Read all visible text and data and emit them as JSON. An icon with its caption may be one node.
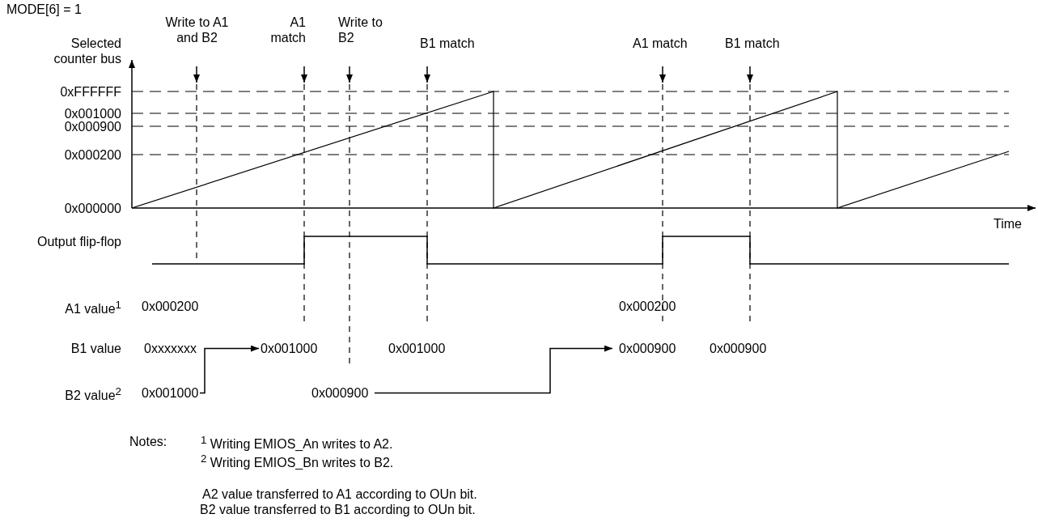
{
  "diagram": {
    "nodes": [
      {
        "text": [
          "0x001000"
        ]
      },
      {
        "text": [
          "0x001000"
        ]
      },
      {
        "text": [
          "0x000900"
        ]
      },
      {
        "text": [
          "0x000900"
        ]
      }
    ],
    "edges": [
      {
        "from": 0,
        "to": 1,
        "arrow": "to"
      },
      {
        "from": 2,
        "to": 3,
        "arrow": "to"
      }
    ],
    "labels": [
      "MODE[6] = 1",
      "Write to A1 and B2",
      "A1 match",
      "Write to B2",
      "B1 match",
      "A1 match",
      "B1 match",
      "Selected counter bus",
      "0xFFFFFF",
      "0x001000",
      "0x000900",
      "0x000200",
      "0x000000",
      "Time",
      "Output flip-flop",
      "A1 value$^{1}$",
      "0x000200",
      "0x000200",
      "B1 value",
      "0xxxxxxx",
      "0x001000",
      "0x000900",
      "B2 value$^{2}$",
      "Notes:",
      "$^{1}$ Writing EMIOS_An writes to A2.",
      "$^{2}$ Writing EMIOS_Bn writes to B2.",
      "A2 value transferred to A1 according to OUn bit.",
      "B2 value transferred to B1 according to OUn bit."
    ]
  }
}
